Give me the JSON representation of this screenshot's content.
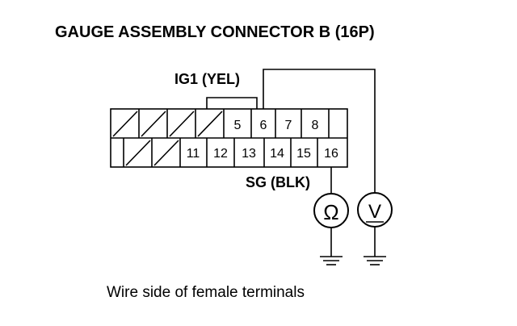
{
  "title": "GAUGE ASSEMBLY CONNECTOR B (16P)",
  "labels": {
    "ig1": "IG1 (YEL)",
    "sg": "SG (BLK)",
    "caption": "Wire side of female terminals"
  },
  "connector": {
    "top_row": [
      "",
      "",
      "",
      "",
      "5",
      "6",
      "7",
      "8",
      ""
    ],
    "bottom_row": [
      "",
      "",
      "",
      "11",
      "12",
      "13",
      "14",
      "15",
      "16"
    ]
  },
  "meters": {
    "ohmmeter_symbol": "Ω",
    "voltmeter_symbol": "V"
  }
}
